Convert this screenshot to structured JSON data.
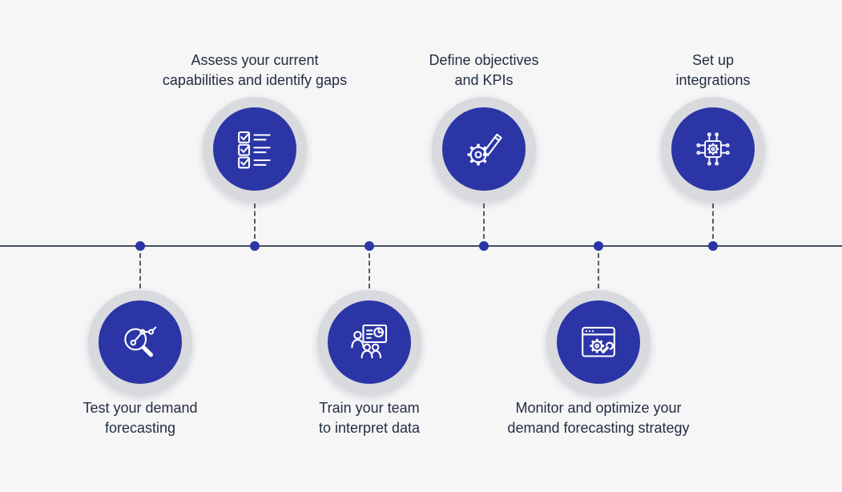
{
  "diagram": {
    "type": "timeline-process",
    "colors": {
      "background": "#f6f6f7",
      "circle_fill": "#2b35a6",
      "circle_ring": "#d9dadd",
      "timeline_line": "#434e5c",
      "connector_dash": "#525d6b",
      "timeline_dot": "#2b35a6",
      "label_text": "#232e40",
      "icon_stroke": "#ffffff"
    },
    "steps": [
      {
        "id": 1,
        "side": "below",
        "icon": "magnifier-analytics-icon",
        "lines": [
          "Test your demand",
          "forecasting"
        ]
      },
      {
        "id": 2,
        "side": "above",
        "icon": "checklist-icon",
        "lines": [
          "Assess your current",
          "capabilities and identify gaps"
        ]
      },
      {
        "id": 3,
        "side": "below",
        "icon": "team-training-icon",
        "lines": [
          "Train your team",
          "to interpret data"
        ]
      },
      {
        "id": 4,
        "side": "above",
        "icon": "gear-pencil-icon",
        "lines": [
          "Define objectives",
          "and KPIs"
        ]
      },
      {
        "id": 5,
        "side": "below",
        "icon": "browser-settings-icon",
        "lines": [
          "Monitor and optimize your",
          "demand forecasting strategy"
        ]
      },
      {
        "id": 6,
        "side": "above",
        "icon": "chip-integrations-icon",
        "lines": [
          "Set up",
          "integrations"
        ]
      }
    ]
  }
}
